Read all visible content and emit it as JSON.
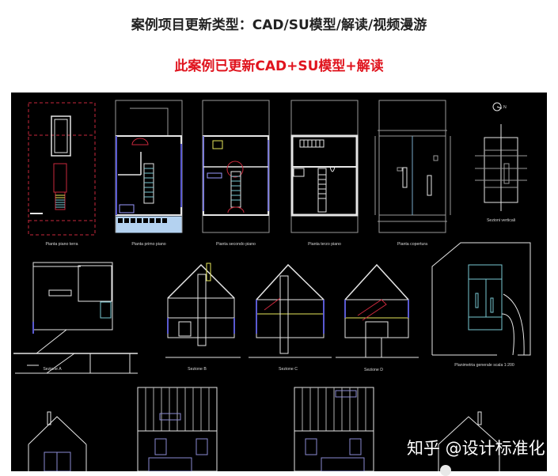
{
  "header": {
    "title": "案例项目更新类型：CAD/SU模型/解读/视频漫游",
    "subtitle": "此案例已更新CAD+SU模型+解读",
    "title_color": "#222222",
    "subtitle_color": "#e0141e"
  },
  "drawing_sheet": {
    "background": "#000000",
    "line_colors": {
      "white": "#e6e6e6",
      "red": "#c8283c",
      "blue": "#5a5ad2",
      "yellow": "#e6e65a",
      "cyan": "#78c8d2",
      "light_blue_fill": "#b4d2f0"
    },
    "row1_labels": [
      "Pianta piano terra",
      "Pianta primo piano",
      "Pianta secondo piano",
      "Pianta terzo piano",
      "Pianta copertura",
      "Sezioni verticali"
    ],
    "row2_labels": [
      "Sezione A",
      "Sezione B",
      "Sezione C",
      "Sezione D",
      "Planimetria generale scala 1:200"
    ],
    "north_arrow_label": "N"
  },
  "watermark": {
    "text": "知乎 @设计标准化"
  }
}
